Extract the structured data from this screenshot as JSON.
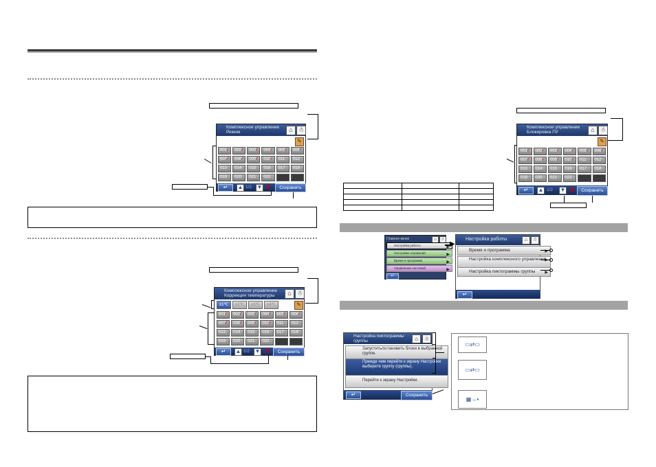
{
  "left": {
    "screen1": {
      "title_line1": "Комплексное управление",
      "title_line2": "Режим",
      "units": [
        "001",
        "002",
        "003",
        "004",
        "005",
        "006",
        "007",
        "008",
        "009",
        "010",
        "011",
        "012",
        "013",
        "014",
        "015",
        "016",
        "017",
        "018",
        "019",
        "020",
        "021",
        "022",
        "",
        ""
      ],
      "checked_count": 10,
      "page": "1/2",
      "save_label": "Сохранить"
    },
    "screen2": {
      "title_line1": "Комплексное управление",
      "title_line2": "Коррекция температуры",
      "tabs": [
        "±1℃",
        "±2℃",
        "±3℃",
        "±4℃"
      ],
      "units": [
        "001",
        "002",
        "003",
        "004",
        "005",
        "006",
        "007",
        "008",
        "009",
        "010",
        "011",
        "012",
        "013",
        "014",
        "015",
        "016",
        "017",
        "018",
        "019",
        "020",
        "021",
        "022",
        "",
        ""
      ],
      "checked_count": 10,
      "page": "1/2",
      "save_label": "Сохранить"
    }
  },
  "right": {
    "screen3": {
      "title_line1": "Комплексное управление",
      "title_line2": "Блокировка ПУ",
      "units": [
        "001",
        "002",
        "003",
        "004",
        "005",
        "006",
        "007",
        "008",
        "009",
        "010",
        "011",
        "012",
        "013",
        "014",
        "015",
        "016",
        "017",
        "018",
        "019",
        "020",
        "021",
        "022",
        "",
        ""
      ],
      "checked_count": 10,
      "page": "1/2",
      "save_label": "Сохранить"
    },
    "main_menu": {
      "title": "Главное меню",
      "items": [
        "Настройка работы",
        "Настройки отражений",
        "Время и программа",
        "Управление системой"
      ]
    },
    "work_settings": {
      "title": "Настройка работы",
      "items": [
        "Время и программа",
        "Настройка комплексного управления",
        "Настройка пиктограммы группы"
      ]
    },
    "icon_screen": {
      "title_line1": "Настройка пиктограммы",
      "title_line2": "группы",
      "items": [
        "Запустить/остановить блоки в выбранной группе.",
        "Прежде чем перейти к экрану Настройки выберите группу (группы).",
        "Перейти к экрану Настройки."
      ],
      "save_label": "Сохранить"
    },
    "colors": {
      "screen_blue": "#1d3566",
      "section_gray": "#a3a3a3",
      "check_red": "#c9252b"
    }
  }
}
